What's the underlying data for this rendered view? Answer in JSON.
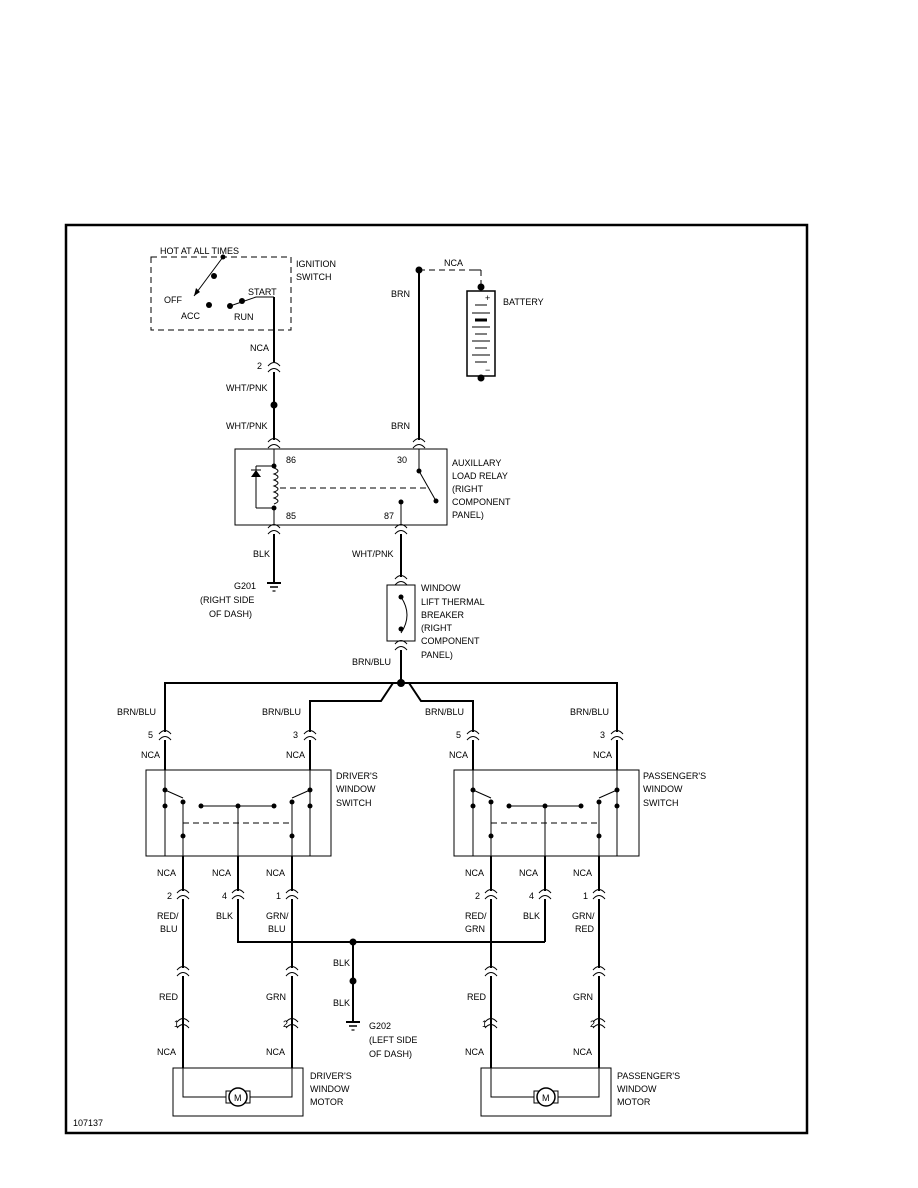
{
  "figure_id": "107137",
  "ignition": {
    "hot_label": "HOT AT ALL TIMES",
    "name_line1": "IGNITION",
    "name_line2": "SWITCH",
    "off": "OFF",
    "acc": "ACC",
    "run": "RUN",
    "start": "START",
    "nca": "NCA",
    "pin": "2",
    "wire1": "WHT/PNK",
    "wire2": "WHT/PNK"
  },
  "battery": {
    "name": "BATTERY",
    "nca": "NCA",
    "wire_top": "BRN",
    "wire_bottom": "BRN",
    "plus": "+",
    "minus": "−"
  },
  "relay": {
    "line1": "AUXILLARY",
    "line2": "LOAD RELAY",
    "line3": "(RIGHT",
    "line4": "COMPONENT",
    "line5": "PANEL)",
    "pin86": "86",
    "pin85": "85",
    "pin30": "30",
    "pin87": "87"
  },
  "ground_g201": {
    "wire": "BLK",
    "line1": "G201",
    "line2": "(RIGHT SIDE",
    "line3": "OF DASH)"
  },
  "breaker": {
    "wire_in": "WHT/PNK",
    "wire_out": "BRN/BLU",
    "line1": "WINDOW",
    "line2": "LIFT THERMAL",
    "line3": "BREAKER",
    "line4": "(RIGHT",
    "line5": "COMPONENT",
    "line6": "PANEL)"
  },
  "branches": [
    {
      "wire": "BRN/BLU",
      "pin": "5",
      "nca": "NCA"
    },
    {
      "wire": "BRN/BLU",
      "pin": "3",
      "nca": "NCA"
    },
    {
      "wire": "BRN/BLU",
      "pin": "5",
      "nca": "NCA"
    },
    {
      "wire": "BRN/BLU",
      "pin": "3",
      "nca": "NCA"
    }
  ],
  "driver_switch": {
    "line1": "DRIVER'S",
    "line2": "WINDOW",
    "line3": "SWITCH"
  },
  "passenger_switch": {
    "line1": "PASSENGER'S",
    "line2": "WINDOW",
    "line3": "SWITCH"
  },
  "driver_lower": {
    "nca_a": "NCA",
    "nca_b": "NCA",
    "nca_c": "NCA",
    "pin_a": "2",
    "pin_b": "4",
    "pin_c": "1",
    "wire_a1": "RED/",
    "wire_a2": "BLU",
    "wire_b": "BLK",
    "wire_c1": "GRN/",
    "wire_c2": "BLU",
    "wire_a_low": "RED",
    "wire_c_low": "GRN",
    "motor_pin_a": "1",
    "motor_pin_c": "2",
    "motor_nca_a": "NCA",
    "motor_nca_c": "NCA"
  },
  "passenger_lower": {
    "nca_a": "NCA",
    "nca_b": "NCA",
    "nca_c": "NCA",
    "pin_a": "2",
    "pin_b": "4",
    "pin_c": "1",
    "wire_a1": "RED/",
    "wire_a2": "GRN",
    "wire_b": "BLK",
    "wire_c1": "GRN/",
    "wire_c2": "RED",
    "wire_a_low": "RED",
    "wire_c_low": "GRN",
    "motor_pin_a": "1",
    "motor_pin_c": "2",
    "motor_nca_a": "NCA",
    "motor_nca_c": "NCA"
  },
  "ground_g202": {
    "wire1": "BLK",
    "wire2": "BLK",
    "line1": "G202",
    "line2": "(LEFT SIDE",
    "line3": "OF DASH)"
  },
  "driver_motor": {
    "line1": "DRIVER'S",
    "line2": "WINDOW",
    "line3": "MOTOR",
    "symbol": "M"
  },
  "passenger_motor": {
    "line1": "PASSENGER'S",
    "line2": "WINDOW",
    "line3": "MOTOR",
    "symbol": "M"
  }
}
